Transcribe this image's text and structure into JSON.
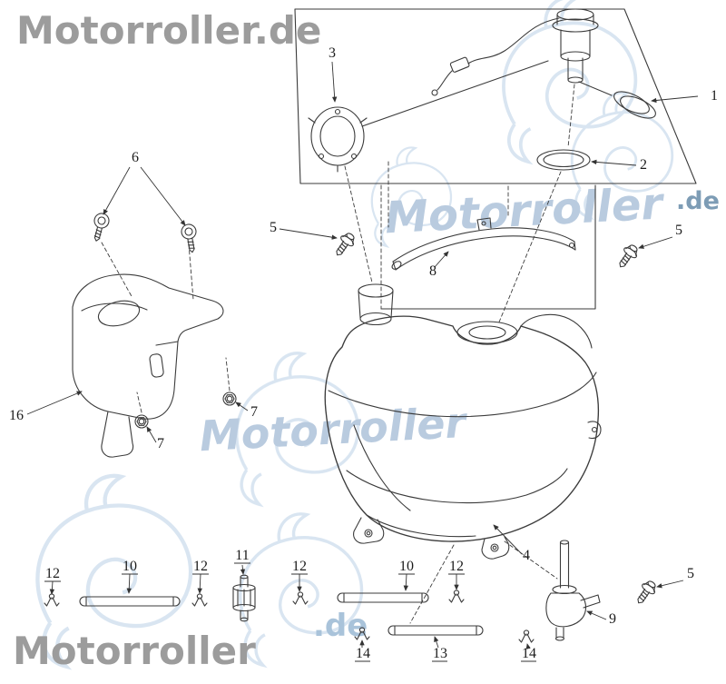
{
  "watermarks": {
    "top_left": "Motorroller.de",
    "mid": "Motorroller",
    "mid_suffix": ".de",
    "center": "Motorroller",
    "bottom_suffix": ".de",
    "bottom_left": "Motorroller"
  },
  "colors": {
    "watermark_gray": "#9c9c9c",
    "watermark_blue": "#b9cbdf",
    "watermark_teal": "#7d9cb5",
    "line_color": "#3b3b3b",
    "background": "#ffffff"
  },
  "diagram": {
    "description": "Exploded parts diagram of scooter fuel tank assembly with fuel pump, gasket, flange, brackets, screws, petcock, hoses and clamps"
  },
  "labels": [
    {
      "text": "3"
    },
    {
      "text": "1"
    },
    {
      "text": "2"
    },
    {
      "text": "6"
    },
    {
      "text": "5"
    },
    {
      "text": "5"
    },
    {
      "text": "8"
    },
    {
      "text": "16"
    },
    {
      "text": "7"
    },
    {
      "text": "7"
    },
    {
      "text": "4"
    },
    {
      "text": "12"
    },
    {
      "text": "10"
    },
    {
      "text": "12"
    },
    {
      "text": "11"
    },
    {
      "text": "12"
    },
    {
      "text": "10"
    },
    {
      "text": "12"
    },
    {
      "text": "5"
    },
    {
      "text": "9"
    },
    {
      "text": "14"
    },
    {
      "text": "13"
    },
    {
      "text": "14"
    }
  ]
}
